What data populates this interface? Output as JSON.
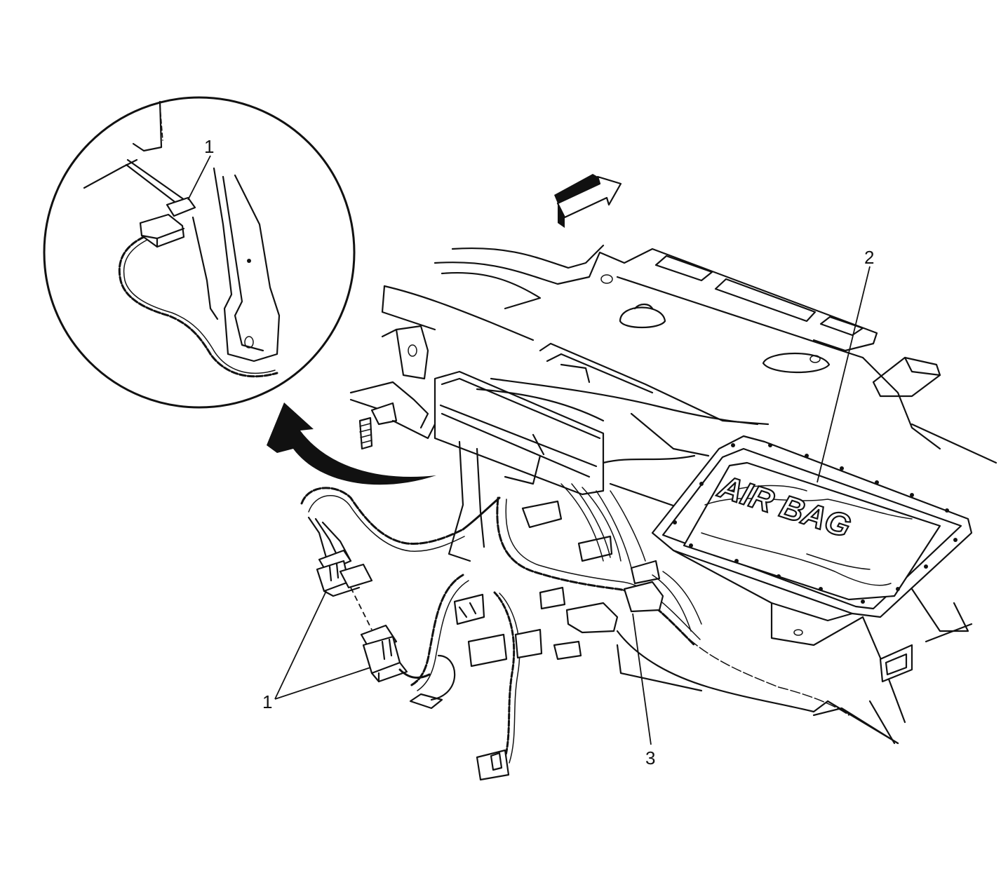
{
  "callouts": {
    "c1_detail": "1",
    "c2": "2",
    "c3": "3",
    "c1_main": "1"
  },
  "airbag_marking": "AIR BAG",
  "colors": {
    "line": "#111111",
    "background": "#ffffff"
  },
  "icons": {
    "direction_arrow": "front-direction-arrow-icon",
    "curved_arrow": "curved-arrow-icon",
    "detail_view": "magnified-detail-circle"
  }
}
